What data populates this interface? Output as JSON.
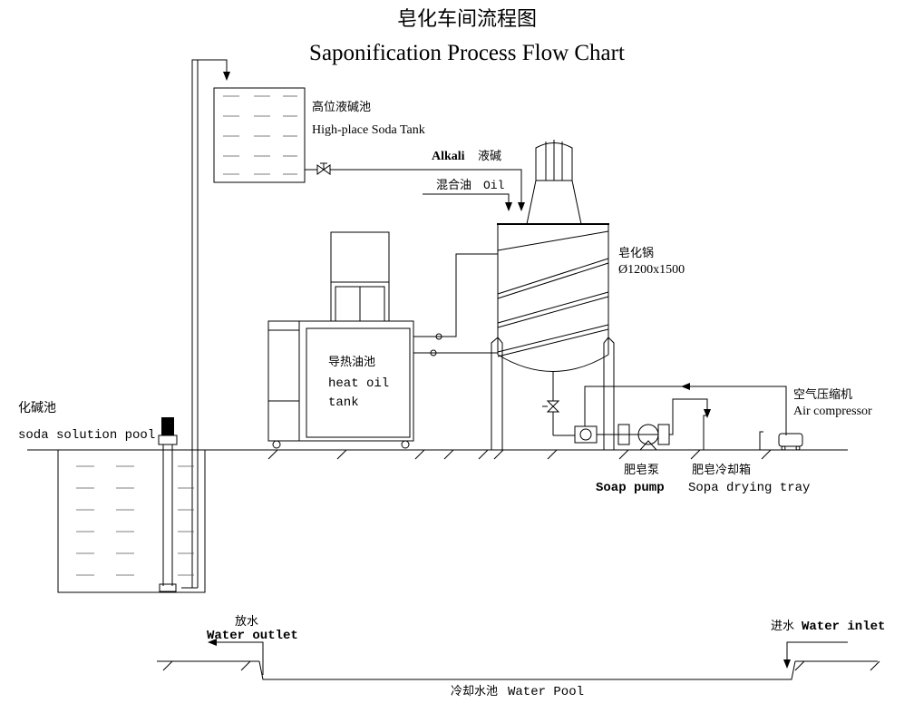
{
  "title": {
    "cn": "皂化车间流程图",
    "en": "Saponification Process Flow Chart"
  },
  "high_tank": {
    "cn": "高位液碱池",
    "en": "High-place Soda Tank"
  },
  "feeds": {
    "alkali_en": "Alkali",
    "alkali_cn": "液碱",
    "oil_cn": "混合油",
    "oil_en": "Oil"
  },
  "kettle": {
    "cn": "皂化锅",
    "size": "Ø1200x1500"
  },
  "heat_tank": {
    "cn": "导热油池",
    "en_line1": "heat oil",
    "en_line2": "tank"
  },
  "soda_pool": {
    "cn": "化碱池",
    "en": "soda solution pool"
  },
  "air_compressor": {
    "cn": "空气压缩机",
    "en": "Air compressor"
  },
  "soap_pump": {
    "cn": "肥皂泵",
    "en": "Soap pump"
  },
  "drying_tray": {
    "cn": "肥皂冷却箱",
    "en": "Sopa drying tray"
  },
  "water_outlet": {
    "cn": "放水",
    "en": "Water outlet"
  },
  "water_inlet": {
    "cn": "进水",
    "en": "Water inlet"
  },
  "water_pool": {
    "cn": "冷却水池",
    "en": "Water Pool"
  }
}
